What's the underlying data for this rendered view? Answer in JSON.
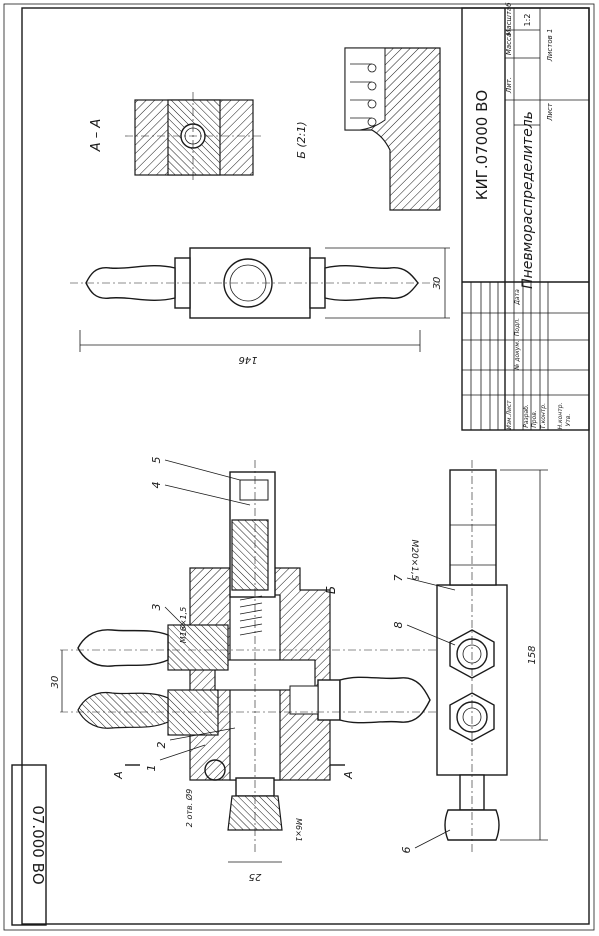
{
  "drawing": {
    "code_main": "КИГ.07000 ВО",
    "code_stamp": "07.000 ВО",
    "name": "Пневмораспределитель",
    "scale": "1:2",
    "sheet_label": "Лист",
    "sheets_label": "Листов 1"
  },
  "title_block": {
    "headers": [
      "Лит.",
      "Масса",
      "Масштаб"
    ],
    "rows": [
      "Изм.Лист",
      "Разраб.",
      "Пров.",
      "Т.контр.",
      "Н.контр.",
      "Утв."
    ],
    "cols": [
      "№ докум.",
      "Подп.",
      "Дата"
    ]
  },
  "section_labels": {
    "aa": "А – А",
    "detail_b": "Б (2:1)",
    "b_marker": "Б",
    "cut_a_left": "А",
    "cut_a_right": "А"
  },
  "dimensions": {
    "overall_top": "146",
    "height_top": "30",
    "height_left": "30",
    "overall_bottom": "158",
    "small": "25",
    "thread_main": "М16×1,5",
    "thread_side": "М20×1,5",
    "thread_small": "М6×1",
    "holes": "2 отв. Ø9"
  },
  "callouts": [
    "1",
    "2",
    "3",
    "4",
    "5",
    "6",
    "7",
    "8"
  ]
}
